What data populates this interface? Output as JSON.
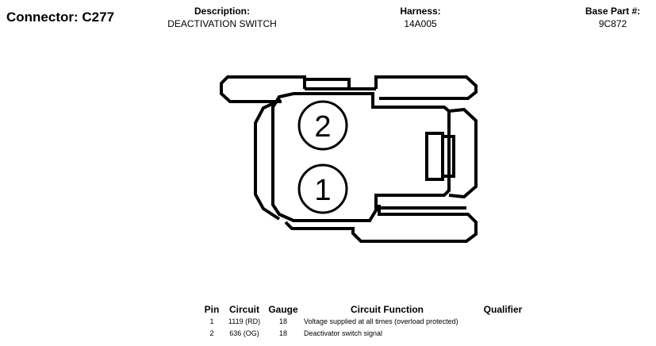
{
  "connector": {
    "title": "Connector: C277"
  },
  "header": {
    "description": {
      "label": "Description:",
      "value": "DEACTIVATION SWITCH"
    },
    "harness": {
      "label": "Harness:",
      "value": "14A005"
    },
    "base_part": {
      "label": "Base Part #:",
      "value": "9C872"
    }
  },
  "diagram": {
    "pins": [
      {
        "number": "2"
      },
      {
        "number": "1"
      }
    ]
  },
  "pin_table": {
    "headers": {
      "pin": "Pin",
      "circuit": "Circuit",
      "gauge": "Gauge",
      "function": "Circuit Function",
      "qualifier": "Qualifier"
    },
    "rows": [
      {
        "pin": "1",
        "circuit": "1119 (RD)",
        "gauge": "18",
        "function": "Voltage supplied at all times (overload protected)",
        "qualifier": ""
      },
      {
        "pin": "2",
        "circuit": "636 (OG)",
        "gauge": "18",
        "function": "Deactivator switch signal",
        "qualifier": ""
      }
    ]
  }
}
